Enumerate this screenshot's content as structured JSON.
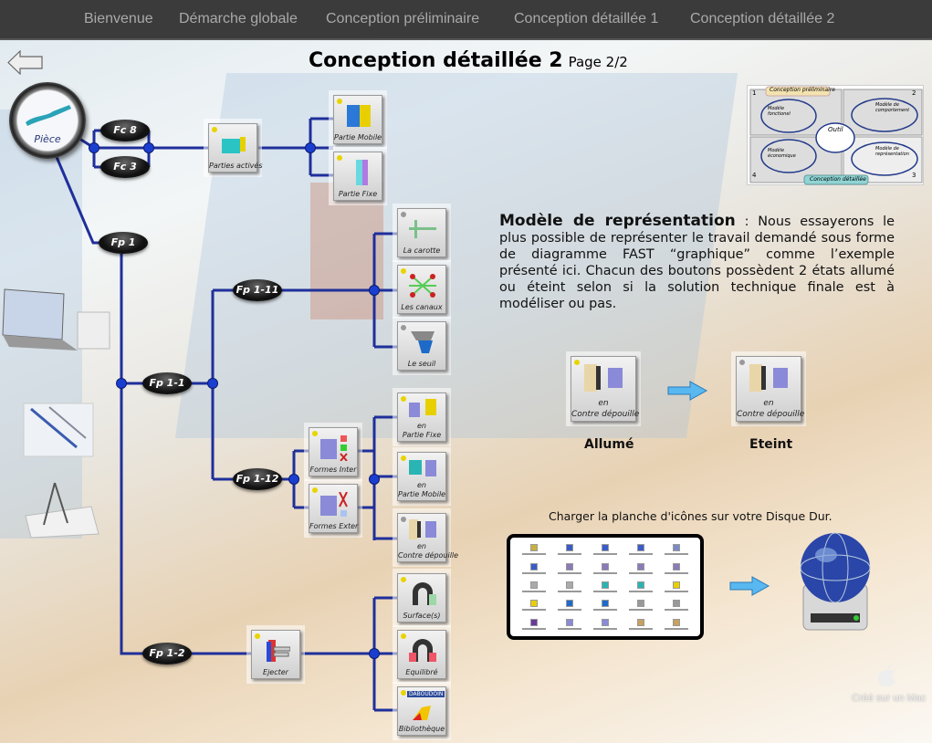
{
  "nav": {
    "items": [
      "Bienvenue",
      "Démarche globale",
      "Conception préliminaire",
      "Conception détaillée 1",
      "Conception détaillée 2"
    ]
  },
  "header": {
    "title": "Conception détaillée 2",
    "page": "Page 2/2",
    "back_icon": "back-arrow-icon"
  },
  "diagram": {
    "root": "Pièce",
    "nodes": {
      "fc8": "Fc 8",
      "fc3": "Fc 3",
      "fp1": "Fp 1",
      "fp11": "Fp 1-1",
      "fp111": "Fp 1-11",
      "fp112": "Fp 1-12",
      "fp12": "Fp 1-2"
    },
    "boxes": {
      "parties_actives": "Parties activés",
      "partie_mobile": "Partie Mobile",
      "partie_fixe": "Partie Fixe",
      "carotte": "La carotte",
      "canaux": "Les canaux",
      "seuil": "Le seuil",
      "formes_inter": "Formes Inter",
      "formes_exter": "Formes Exter",
      "en": "en",
      "en_partie_fixe": "Partie Fixe",
      "en_partie_mobile": "Partie Mobile",
      "en_contre_depouille": "Contre dépouille",
      "ejecter": "Ejecter",
      "surfaces": "Surface(s)",
      "equilibre": "Equilibré",
      "bibliotheque": "Bibliothèque",
      "dabo": "DABOUDOIN"
    }
  },
  "thumbnail": {
    "top": "Conception préliminaire",
    "bottom": "Conception détaillée",
    "center": "Outil",
    "q1": "Modèle fonctionel",
    "q2": "Modèle de comportement",
    "q3": "Modèle de représentation",
    "q4": "Modèle économique",
    "n1": "1",
    "n2": "2",
    "n3": "3",
    "n4": "4"
  },
  "description": {
    "heading": "Modèle de représentation",
    "text": " : Nous essayerons le plus possible de représenter le travail demandé sous forme de diagramme FAST “graphique” comme l’exemple présenté ici. Chacun des boutons possèdent 2 états  allumé ou éteint selon si la solution technique finale est à modéliser ou pas."
  },
  "states": {
    "on": "Allumé",
    "off": "Eteint",
    "icon_en": "en",
    "icon_label": "Contre dépouille"
  },
  "download": {
    "text": "Charger la planche d'icônes sur votre Disque Dur."
  },
  "footer": {
    "mac": "Créé sur un Mac"
  },
  "colors": {
    "nav_bg": "#3b3b3b",
    "line": "#1f2f9a",
    "led_on": "#e8d400"
  }
}
